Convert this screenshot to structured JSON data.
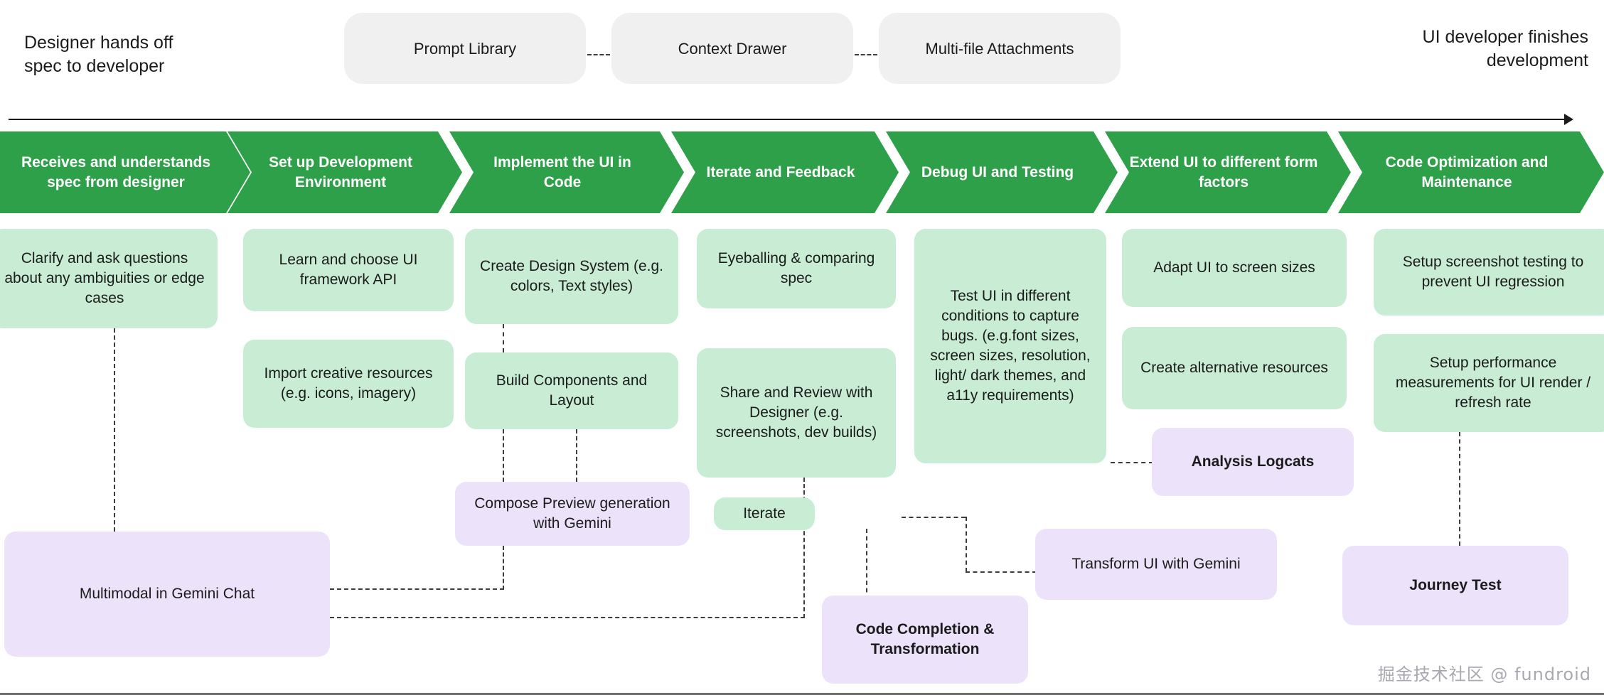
{
  "header": {
    "left_label": "Designer hands off spec to developer",
    "right_label": "UI developer finishes development",
    "pills": [
      {
        "label": "Prompt Library"
      },
      {
        "label": "Context Drawer"
      },
      {
        "label": "Multi-file Attachments"
      }
    ]
  },
  "phases": [
    {
      "label": "Receives and understands spec from designer"
    },
    {
      "label": "Set up Development Environment"
    },
    {
      "label": "Implement the UI in Code"
    },
    {
      "label": "Iterate and Feedback"
    },
    {
      "label": "Debug UI and Testing"
    },
    {
      "label": "Extend UI to different form factors"
    },
    {
      "label": "Code Optimization and Maintenance"
    }
  ],
  "tasks": [
    {
      "label": "Clarify and ask questions about any ambiguities or edge cases"
    },
    {
      "label": "Learn and choose UI framework API"
    },
    {
      "label": "Import creative resources (e.g. icons, imagery)"
    },
    {
      "label": "Create Design System (e.g. colors, Text styles)"
    },
    {
      "label": "Build Components and Layout"
    },
    {
      "label": "Eyeballing & comparing spec"
    },
    {
      "label": "Share and Review with Designer (e.g. screenshots, dev builds)"
    },
    {
      "label": "Iterate"
    },
    {
      "label": "Test UI in different conditions to capture bugs. (e.g.font sizes, screen sizes, resolution, light/ dark themes, and a11y requirements)"
    },
    {
      "label": "Adapt UI to screen sizes"
    },
    {
      "label": "Create alternative resources"
    },
    {
      "label": "Setup screenshot testing to prevent UI regression"
    },
    {
      "label": "Setup performance measurements for UI render / refresh rate"
    }
  ],
  "features": [
    {
      "label": "Multimodal in Gemini Chat",
      "bold": false
    },
    {
      "label": "Compose Preview generation with Gemini",
      "bold": false
    },
    {
      "label": "Code Completion & Transformation",
      "bold": true
    },
    {
      "label": "Analysis Logcats",
      "bold": true
    },
    {
      "label": "Transform UI with Gemini",
      "bold": false
    },
    {
      "label": "Journey Test",
      "bold": true
    }
  ],
  "watermark": "掘金技术社区 @ fundroid",
  "colors": {
    "phase_green": "#2ea04a",
    "task_green": "#c8edd4",
    "feature_purple": "#ece2fa",
    "pill_grey": "#f0f0f0",
    "connector": "#3c3c3c"
  }
}
